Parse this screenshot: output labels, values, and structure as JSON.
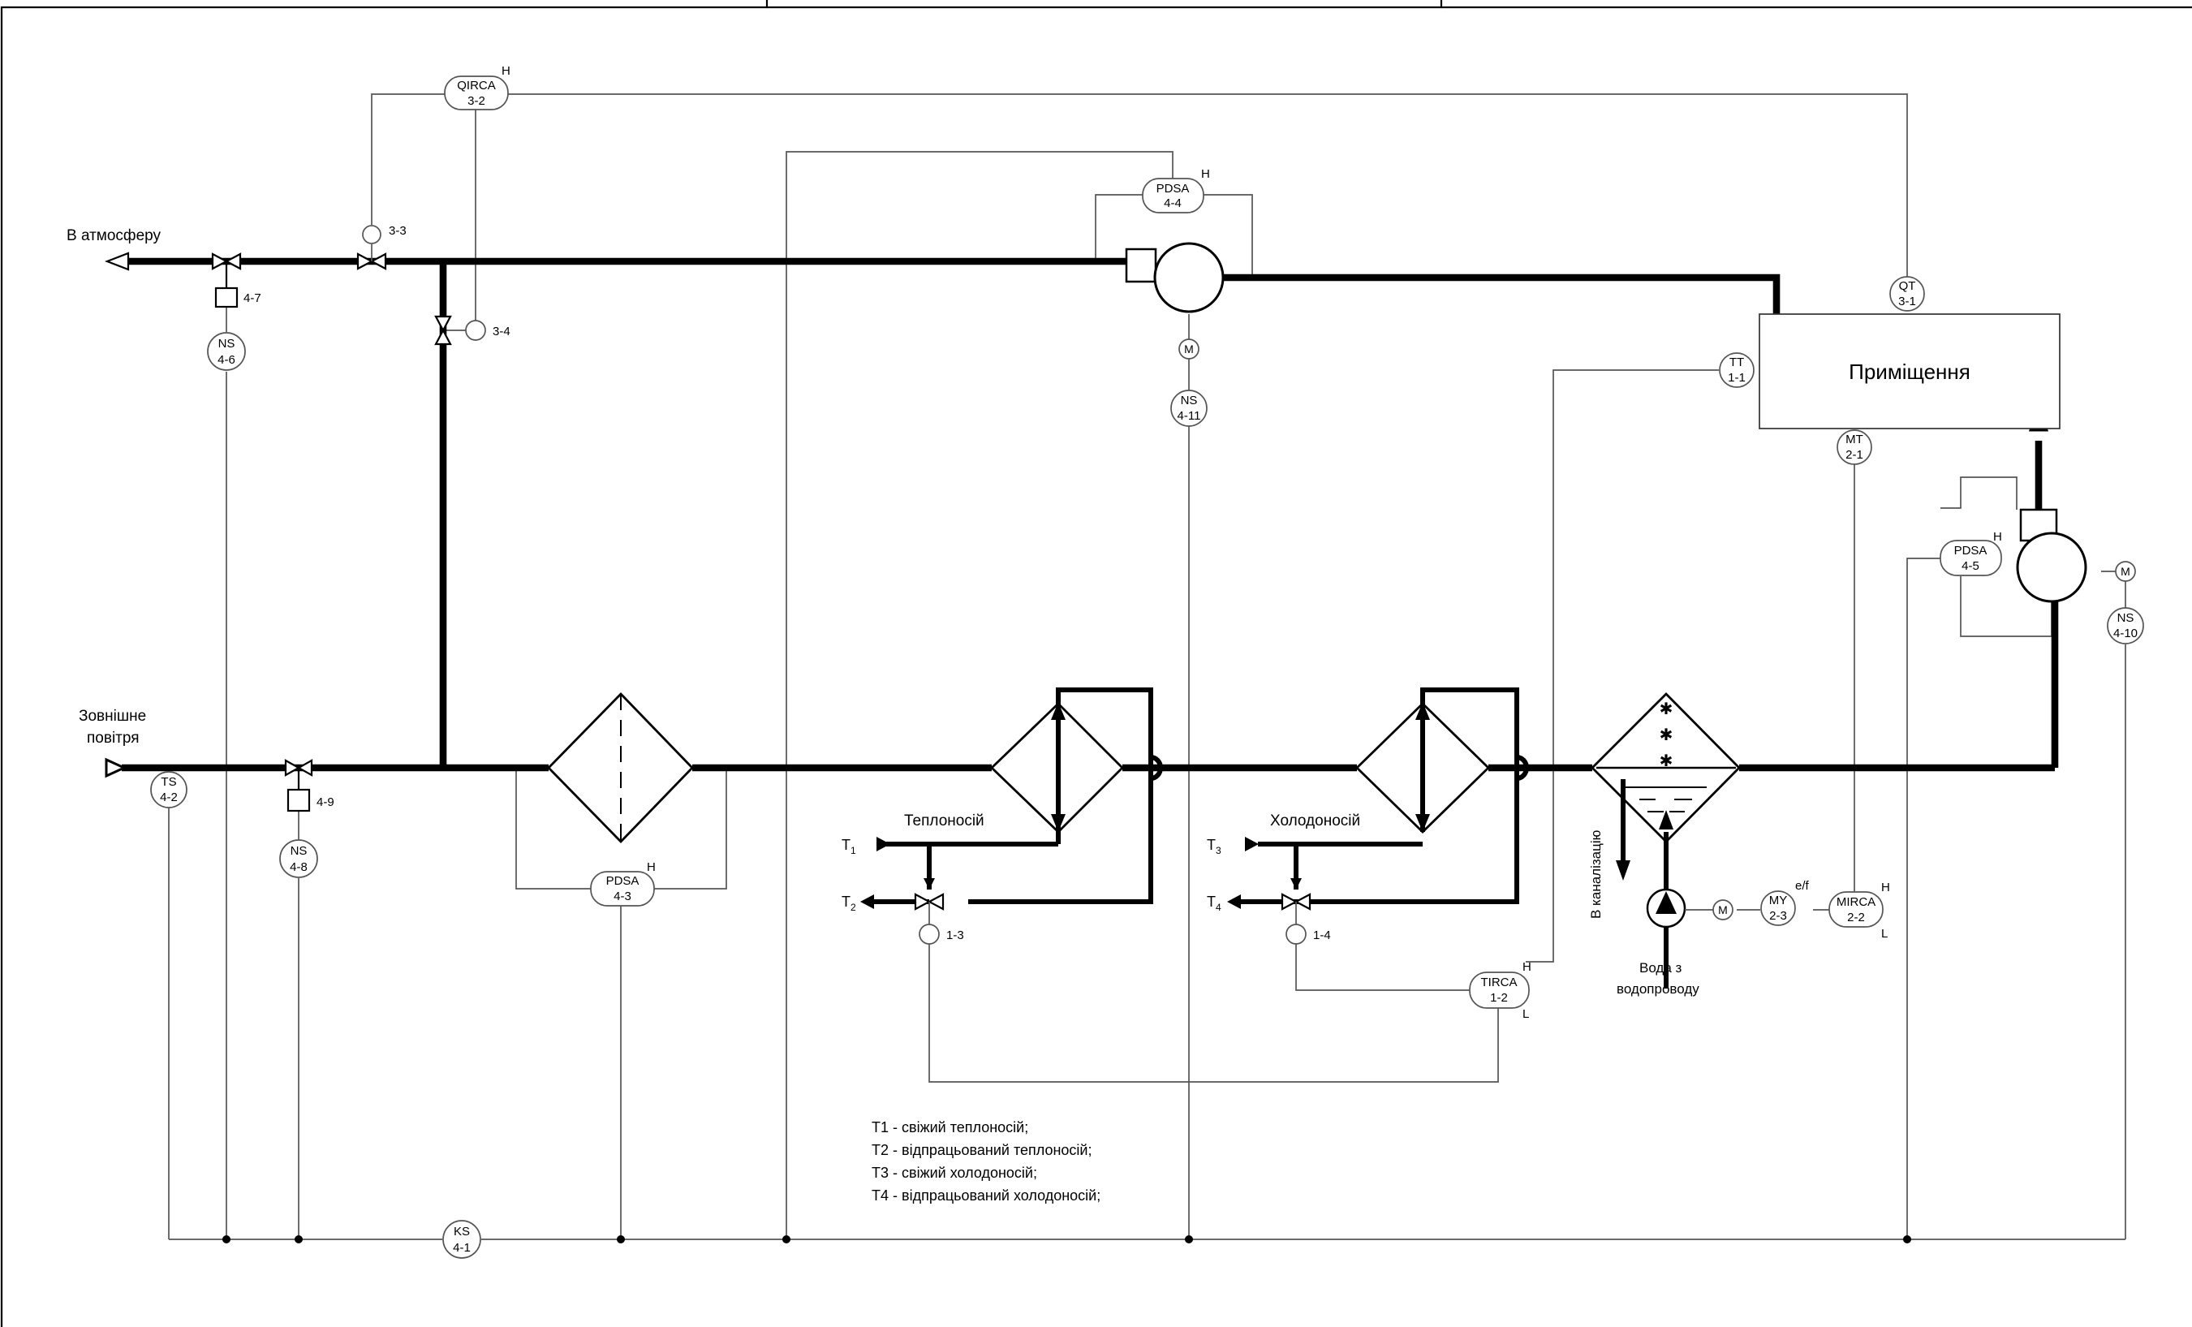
{
  "labels": {
    "to_atmosphere": "В атмосферу",
    "outdoor_air_line1": "Зовнішне",
    "outdoor_air_line2": "повітря",
    "room": "Приміщення",
    "heat_carrier": "Теплоносій",
    "cold_carrier": "Холодоносій",
    "to_sewer": "В каналізацію",
    "water_line1": "Вода з",
    "water_line2": "водопроводу",
    "motor": "M"
  },
  "streams": {
    "t1": {
      "letter": "T",
      "sub": "1"
    },
    "t2": {
      "letter": "T",
      "sub": "2"
    },
    "t3": {
      "letter": "T",
      "sub": "3"
    },
    "t4": {
      "letter": "T",
      "sub": "4"
    }
  },
  "instruments": {
    "qirca_3_2": {
      "top": "QIRCA",
      "bottom": "3-2",
      "alarm_high": "H"
    },
    "pdsa_4_4": {
      "top": "PDSA",
      "bottom": "4-4",
      "alarm_high": "H"
    },
    "qt_3_1": {
      "top": "QT",
      "bottom": "3-1"
    },
    "tt_1_1": {
      "top": "TT",
      "bottom": "1-1"
    },
    "mt_2_1": {
      "top": "MT",
      "bottom": "2-1"
    },
    "pdsa_4_5": {
      "top": "PDSA",
      "bottom": "4-5",
      "alarm_high": "H"
    },
    "ns_4_10": {
      "top": "NS",
      "bottom": "4-10"
    },
    "ns_4_11": {
      "top": "NS",
      "bottom": "4-11"
    },
    "ns_4_6": {
      "top": "NS",
      "bottom": "4-6"
    },
    "ts_4_2": {
      "top": "TS",
      "bottom": "4-2"
    },
    "ns_4_8": {
      "top": "NS",
      "bottom": "4-8"
    },
    "pdsa_4_3": {
      "top": "PDSA",
      "bottom": "4-3",
      "alarm_high": "H"
    },
    "tirca_1_2": {
      "top": "TIRCA",
      "bottom": "1-2",
      "alarm_high": "H",
      "alarm_low": "L"
    },
    "my_2_3": {
      "top": "MY",
      "bottom": "2-3",
      "mode": "e/f"
    },
    "mirca_2_2": {
      "top": "MIRCA",
      "bottom": "2-2",
      "alarm_high": "H",
      "alarm_low": "L"
    },
    "ks_4_1": {
      "top": "KS",
      "bottom": "4-1"
    }
  },
  "devices": {
    "d_3_3": "3-3",
    "d_3_4": "3-4",
    "d_4_7": "4-7",
    "d_4_9": "4-9",
    "d_1_3": "1-3",
    "d_1_4": "1-4"
  },
  "legend": [
    "T1 - свіжий теплоносій;",
    "T2 - відпрацьований теплоносій;",
    "T3 - свіжий холодоносій;",
    "T4 - відпрацьований холодоносій;"
  ]
}
